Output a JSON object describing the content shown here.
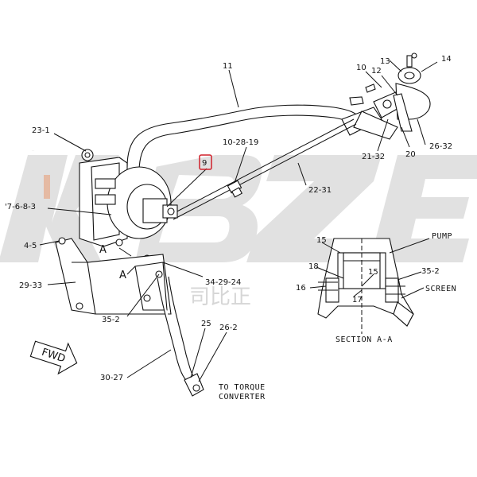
{
  "watermark": {
    "text": "KBZE",
    "subtext": "司比正"
  },
  "colors": {
    "highlight": "#d0202a",
    "line": "#111111",
    "watermark": "#d9d9d9"
  },
  "callouts": {
    "c11": "11",
    "c10": "10",
    "c13": "13",
    "c12": "12",
    "c14": "14",
    "c23_1": "23-1",
    "c10_28_19": "10-28-19",
    "c9": "9",
    "c21_32": "21-32",
    "c20": "20",
    "c26_32": "26-32",
    "c22_31": "22-31",
    "c7_6_8_3": "'7-6-8-3",
    "c4_5": "4-5",
    "c29_33": "29-33",
    "c34_29_24": "34-29-24",
    "c35_2": "35-2",
    "c25": "25",
    "c26_2": "26-2",
    "c30_27": "30-27",
    "cA1": "A",
    "cA2": "A"
  },
  "section": {
    "pump": "PUMP",
    "c15a": "15",
    "c15b": "15",
    "c18": "18",
    "c16": "16",
    "c17": "17",
    "c35_2": "35-2",
    "screen": "SCREEN",
    "title": "SECTION A-A"
  },
  "fwd": "FWD",
  "to_torque": {
    "line1": "TO TORQUE",
    "line2": "CONVERTER"
  }
}
